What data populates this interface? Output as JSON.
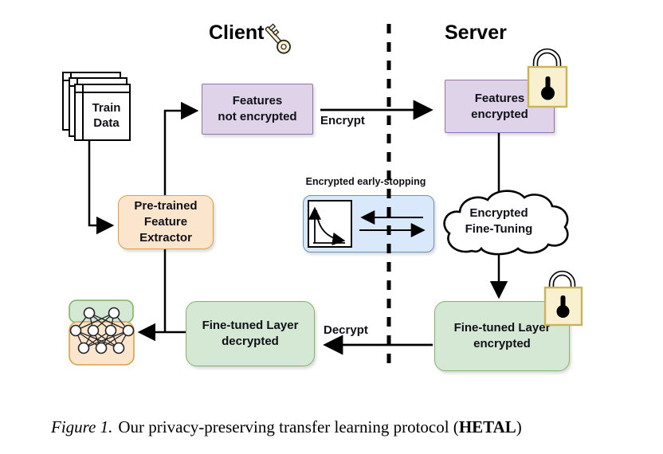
{
  "titles": {
    "client": "Client",
    "server": "Server"
  },
  "boxes": {
    "train_data": {
      "line1": "Train",
      "line2": "Data"
    },
    "features_plain": {
      "line1": "Features",
      "line2": "not encrypted"
    },
    "features_encrypted": {
      "line1": "Features",
      "line2": "encrypted"
    },
    "pretrained": {
      "line1": "Pre-trained",
      "line2": "Feature",
      "line3": "Extractor"
    },
    "early_stopping": {
      "label": "Encrypted early-stopping"
    },
    "cloud": {
      "line1": "Encrypted",
      "line2": "Fine-Tuning"
    },
    "finetuned_encrypted": {
      "line1": "Fine-tuned Layer",
      "line2": "encrypted"
    },
    "finetuned_decrypted": {
      "line1": "Fine-tuned Layer",
      "line2": "decrypted"
    }
  },
  "arrows": {
    "encrypt": "Encrypt",
    "decrypt": "Decrypt"
  },
  "caption": {
    "figure_label": "Figure 1.",
    "body": "Our privacy-preserving transfer learning protocol (",
    "highlight": "HETAL",
    "suffix": ")"
  },
  "icons": {
    "key": "key-icon",
    "lock": "lock-icon",
    "train_data": "document-stack-icon",
    "loss_curve": "loss-curve-icon",
    "neural_network": "neural-network-icon",
    "cloud": "cloud-shape"
  },
  "colors": {
    "purple_fill": "#DED3E9",
    "purple_stroke": "#9673A6",
    "green_fill": "#D5E8D4",
    "green_stroke": "#82B366",
    "orange_fill": "#FBE5CD",
    "orange_stroke": "#D8A24C",
    "blue_fill": "#DAE8FC",
    "blue_stroke": "#6C8EBF",
    "cream_fill": "#F9F0CF",
    "cream_stroke": "#C9B45C",
    "line": "#000000",
    "label": "#101018"
  }
}
